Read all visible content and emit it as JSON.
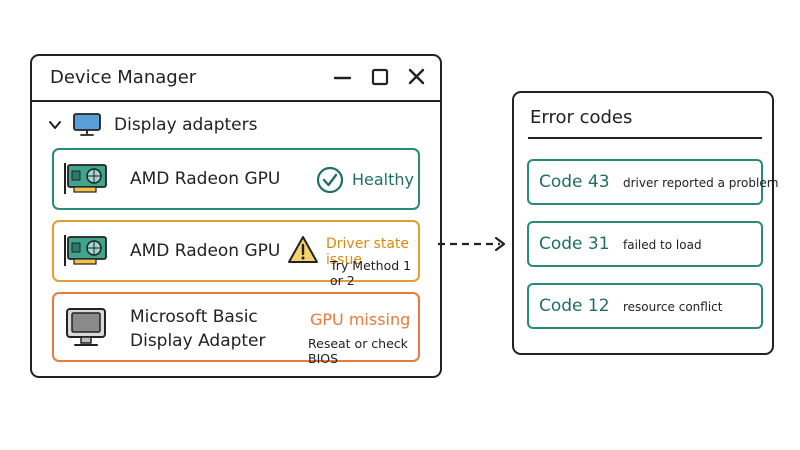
{
  "window": {
    "title": "Device Manager",
    "controls": {
      "minimize": "minimize-icon",
      "maximize": "maximize-icon",
      "close": "close-icon"
    }
  },
  "tree": {
    "category_label": "Display adapters",
    "expanded": true,
    "icons": {
      "chevron": "chevron-down-icon",
      "category": "monitor-icon"
    }
  },
  "devices": [
    {
      "name": "AMD Radeon GPU",
      "icon": "graphics-card-icon",
      "status_icon": "check-circle-icon",
      "status": "Healthy",
      "hint": "",
      "color": "#2a8a7a"
    },
    {
      "name": "AMD Radeon GPU",
      "icon": "graphics-card-icon",
      "status_icon": "warning-triangle-icon",
      "status": "Driver state issue",
      "hint": "Try Method 1 or 2",
      "color": "#e0a030"
    },
    {
      "name_line1": "Microsoft Basic",
      "name_line2": "Display Adapter",
      "icon": "crt-monitor-icon",
      "status": "GPU missing",
      "hint": "Reseat or check BIOS",
      "color": "#e87a3e"
    }
  ],
  "errors": {
    "title": "Error codes",
    "items": [
      {
        "code": "Code 43",
        "desc": "driver reported a problem"
      },
      {
        "code": "Code 31",
        "desc": "failed to load"
      },
      {
        "code": "Code 12",
        "desc": "resource conflict"
      }
    ]
  },
  "colors": {
    "teal": "#2a8a7a",
    "amber": "#e0a030",
    "orange": "#e87a3e",
    "ink": "#222222"
  }
}
